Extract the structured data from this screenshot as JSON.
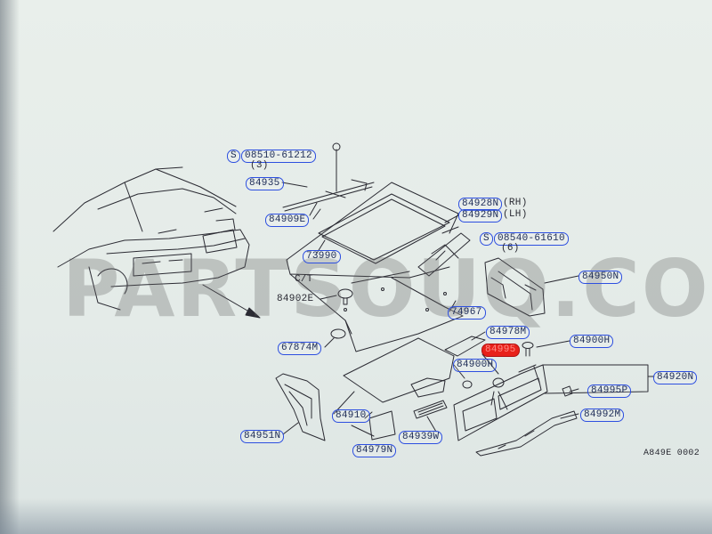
{
  "labels": {
    "bolt_top": "08510-61212",
    "bolt_top_qty": "(3)",
    "p84935": "84935",
    "p84909e": "84909E",
    "p73990": "73990",
    "ct": "C/T",
    "p84902e": "84902E",
    "p67874m": "67874M",
    "p84928n": "84928N",
    "rh": "(RH)",
    "p84929n": "84929N",
    "lh": "(LH)",
    "bolt_mid": "08540-61610",
    "bolt_mid_qty": "(6)",
    "p84950n": "84950N",
    "p74967": "74967",
    "p84978m": "84978M",
    "hot": "84995",
    "p84900h_a": "84900H",
    "p84900h_b": "84900H",
    "p84920n": "84920N",
    "p84995p": "84995P",
    "p84992m": "84992M",
    "p84910": "84910",
    "p84951n": "84951N",
    "p84979n": "84979N",
    "p84939w": "84939W",
    "code": "A849E 0002"
  },
  "bolt_symbol": "S",
  "watermark": "PARTSOUQ.COM",
  "colors": {
    "box_outline": "#2d4fe0",
    "highlight": "#e8211a",
    "line": "#2b2b33",
    "paper": "#e6ece9"
  }
}
